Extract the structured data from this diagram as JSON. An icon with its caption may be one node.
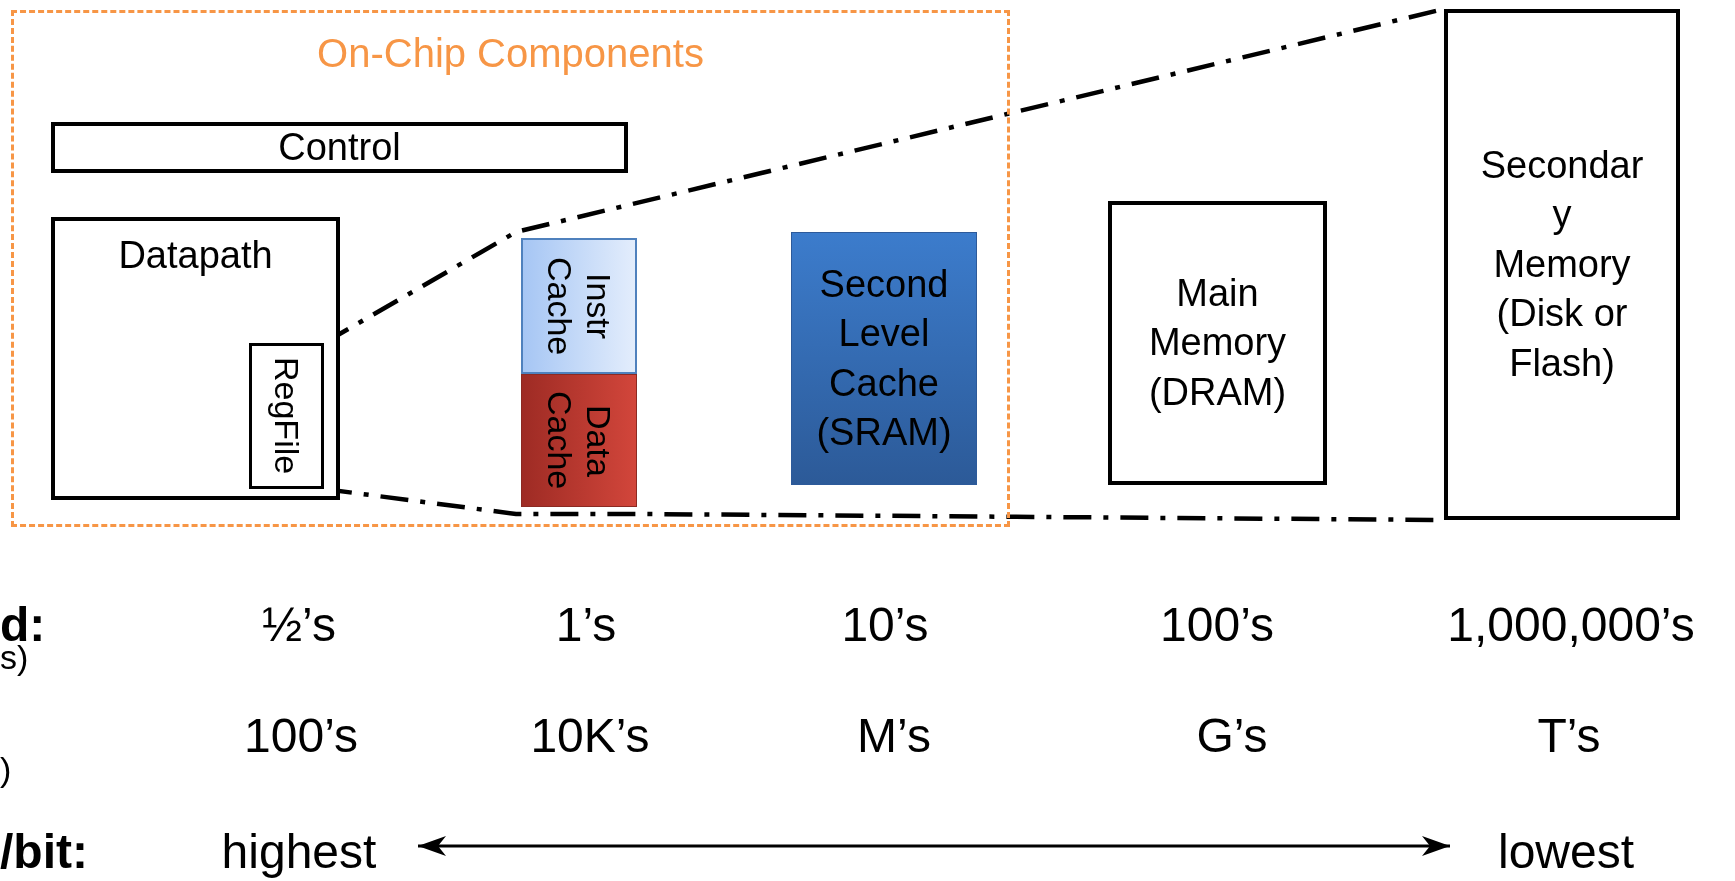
{
  "diagram": {
    "nodes": [
      {
        "text": [
          "On-Chip Components"
        ]
      },
      {
        "text": [
          "Control"
        ],
        "in": 0
      },
      {
        "text": [
          "Datapath"
        ],
        "in": 0
      },
      {
        "text": [
          "RegFile"
        ],
        "in": 2
      },
      {
        "text": [
          "Instr Cache"
        ],
        "in": 0
      },
      {
        "text": [
          "Data Cache"
        ],
        "in": 0
      },
      {
        "text": [
          "Second Level Cache (SRAM)"
        ],
        "in": 0
      },
      {
        "text": [
          "Main Memory (DRAM)"
        ]
      },
      {
        "text": [
          "Secondar y Memory (Disk or Flash)"
        ]
      }
    ],
    "edges": [
      {
        "from": 3,
        "to": 8,
        "arrow": "none",
        "style": "dashed"
      },
      {
        "from": 3,
        "to": 8,
        "arrow": "none",
        "style": "dashed"
      }
    ],
    "labels": [
      "d:",
      "½’s",
      "1’s",
      "10’s",
      "100’s",
      "1,000,000’s",
      "s)",
      "100’s",
      "10K’s",
      "M’s",
      "G’s",
      "T’s",
      ")",
      "/bit:",
      "highest",
      "lowest"
    ]
  }
}
